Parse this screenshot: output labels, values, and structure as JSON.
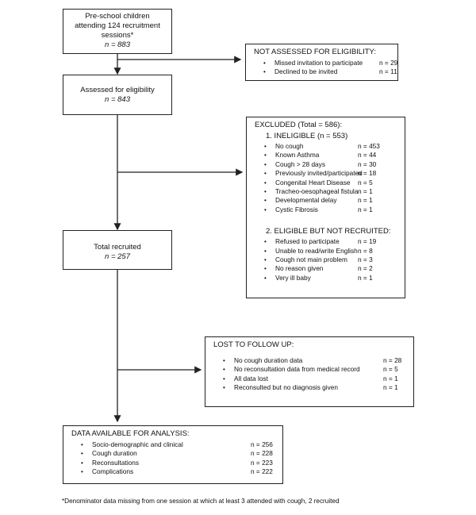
{
  "recruit_box": {
    "line1": "Pre-school children",
    "line2": "attending 124 recruitment",
    "line3": "sessions*",
    "count": "n = 883"
  },
  "assessed_box": {
    "label": "Assessed for eligibility",
    "count": "n = 843"
  },
  "recruited_box": {
    "label": "Total recruited",
    "count": "n = 257"
  },
  "not_assessed": {
    "title": "NOT ASSESSED FOR ELIGIBILITY:",
    "items": [
      {
        "label": "Missed invitation to participate",
        "value": "n = 29"
      },
      {
        "label": "Declined to be invited",
        "value": "n = 11"
      }
    ]
  },
  "excluded": {
    "title": "EXCLUDED (Total = 586):",
    "ineligible_heading": "1.   INELIGIBLE (n = 553)",
    "ineligible": [
      {
        "label": "No cough",
        "value": "n = 453"
      },
      {
        "label": "Known Asthma",
        "value": "n =  44"
      },
      {
        "label": "Cough > 28 days",
        "value": "n =  30"
      },
      {
        "label": "Previously invited/participated",
        "value": "n =  18"
      },
      {
        "label": "Congenital Heart Disease",
        "value": "n =    5"
      },
      {
        "label": "Tracheo-oesophageal fistula",
        "value": "n =    1"
      },
      {
        "label": "Developmental delay",
        "value": "n =    1"
      },
      {
        "label": "Cystic Fibrosis",
        "value": "n =    1"
      }
    ],
    "eligible_heading": "2.   ELIGIBLE BUT NOT RECRUITED:",
    "eligible": [
      {
        "label": "Refused to participate",
        "value": "n =  19"
      },
      {
        "label": "Unable to read/write English",
        "value": "n =    8"
      },
      {
        "label": "Cough not main problem",
        "value": "n =    3"
      },
      {
        "label": "No reason given",
        "value": "n =    2"
      },
      {
        "label": "Very ill baby",
        "value": "n =    1"
      }
    ]
  },
  "lost": {
    "title": "LOST TO FOLLOW UP:",
    "items": [
      {
        "label": "No cough duration data",
        "value": "n = 28"
      },
      {
        "label": "No reconsultation data from medical record",
        "value": "n =  5"
      },
      {
        "label": "All data lost",
        "value": "n =  1"
      },
      {
        "label": "Reconsulted but no diagnosis given",
        "value": "n =  1"
      }
    ]
  },
  "available": {
    "title": "DATA AVAILABLE FOR ANALYSIS:",
    "items": [
      {
        "label": "Socio-demographic and clinical",
        "value": "n = 256"
      },
      {
        "label": "Cough duration",
        "value": "n = 228"
      },
      {
        "label": "Reconsultations",
        "value": "n = 223"
      },
      {
        "label": "Complications",
        "value": "n = 222"
      }
    ]
  },
  "footnote": "*Denominator data missing from one session at which at least 3 attended with cough, 2 recruited"
}
